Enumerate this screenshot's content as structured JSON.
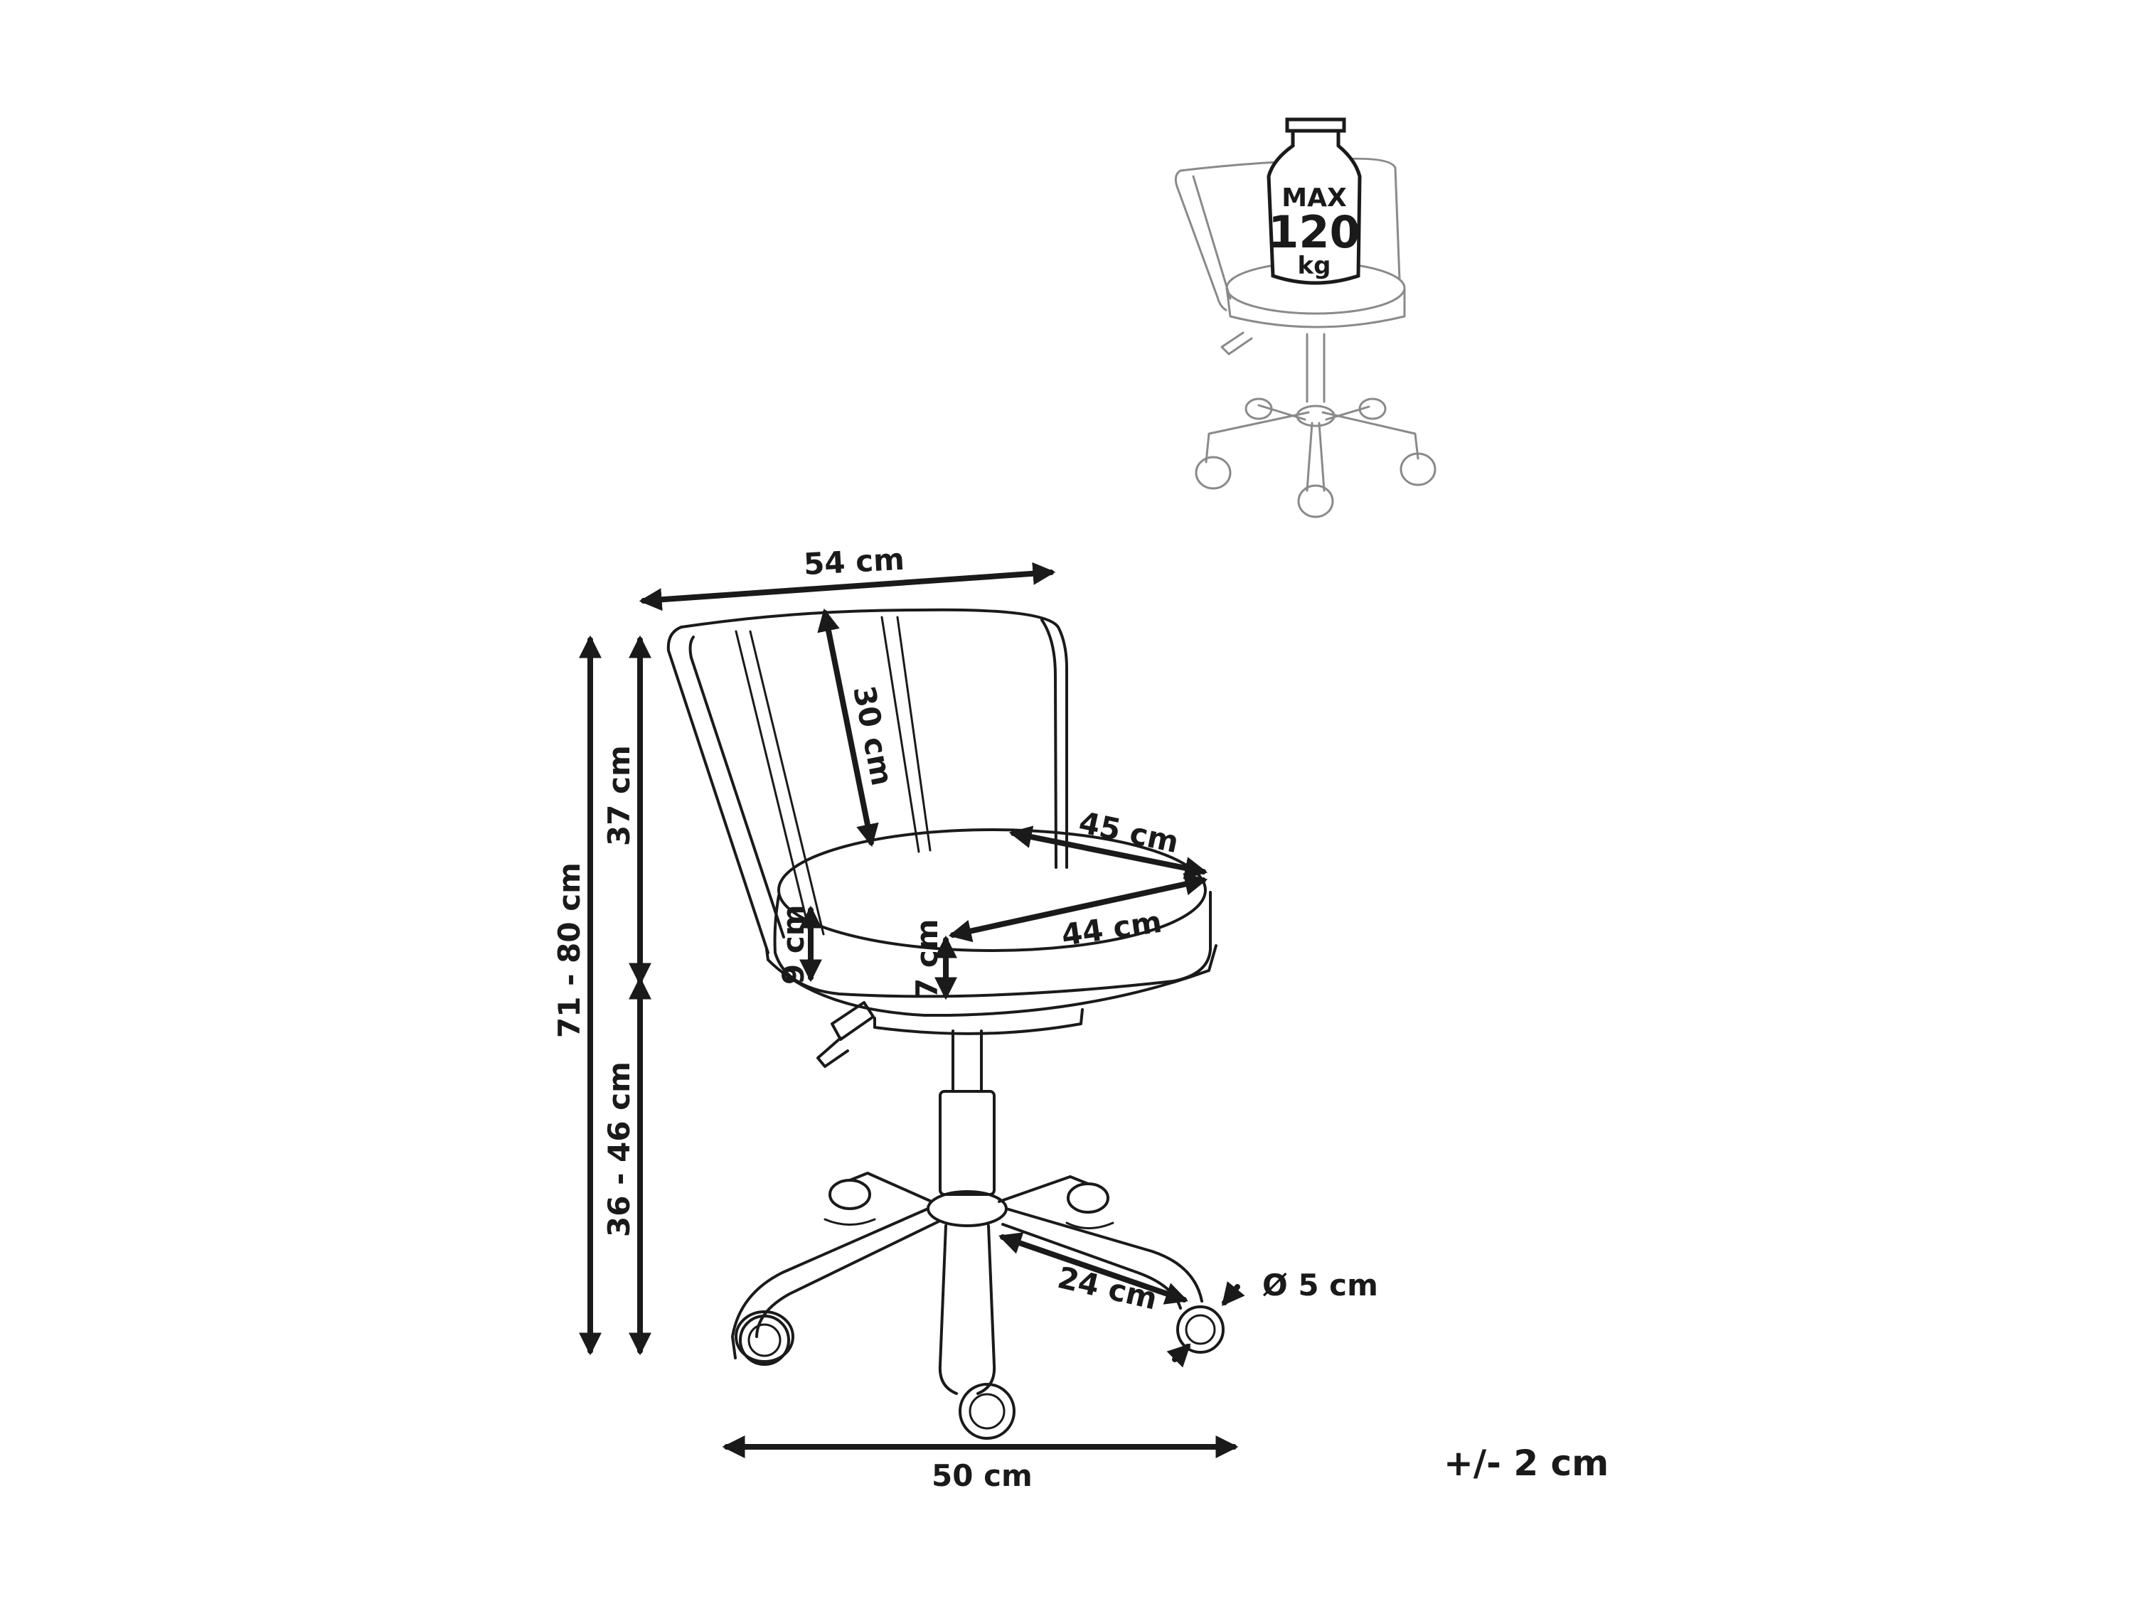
{
  "dimensions": {
    "backrest_width": "54 cm",
    "backrest_height": "30 cm",
    "back_height": "37 cm",
    "total_height": "71 - 80 cm",
    "seat_height": "36 - 46 cm",
    "seat_depth": "45 cm",
    "seat_width": "44 cm",
    "seat_thickness_back": "9 cm",
    "seat_thickness_front": "7 cm",
    "base_leg": "24 cm",
    "wheel_diameter": "Ø 5 cm",
    "base_width": "50 cm"
  },
  "tolerance": "+/- 2 cm",
  "max_load": {
    "line1": "MAX",
    "line2": "120",
    "line3": "kg"
  }
}
